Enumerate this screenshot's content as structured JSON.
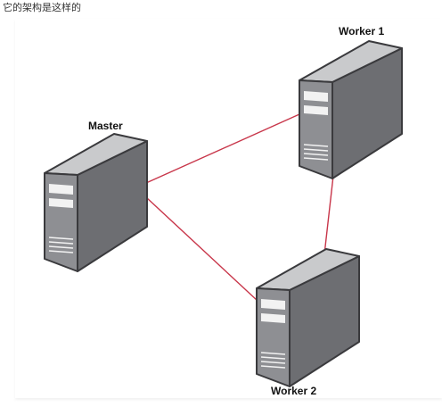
{
  "caption": "它的架构是这样的",
  "nodes": {
    "master": {
      "label": "Master",
      "icon": "server-icon"
    },
    "worker1": {
      "label": "Worker 1",
      "icon": "server-icon"
    },
    "worker2": {
      "label": "Worker 2",
      "icon": "server-icon"
    }
  },
  "colors": {
    "link": "#c8364a",
    "server_front": "#8e8f93",
    "server_side": "#6d6e72",
    "server_top": "#c9cacc",
    "server_outline": "#3a3a3d",
    "server_slot": "#f2f2f2"
  }
}
